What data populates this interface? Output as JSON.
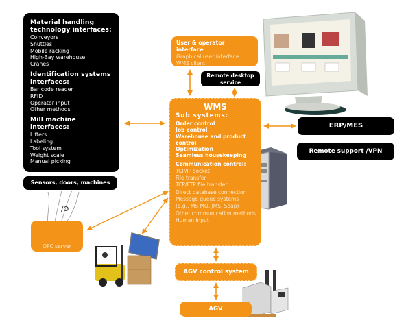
{
  "colors": {
    "accent_orange": "#f39419",
    "box_black": "#000000",
    "subtext_orange": "#fde0b6",
    "background": "#ffffff"
  },
  "left_panel": {
    "sections": [
      {
        "heading": "Material handling technology interfaces:",
        "items": [
          "Conveyors",
          "Shuttles",
          "Mobile racking",
          "High-Bay warehouse",
          "Cranes"
        ]
      },
      {
        "heading": "Identification systems interfaces:",
        "items": [
          "Bar code reader",
          "RFID",
          "Operator input",
          "Other methods"
        ]
      },
      {
        "heading": "Mill machine interfaces:",
        "items": [
          "Lifters",
          "Labeling",
          "Tool system",
          "Weight scale",
          "Manual picking"
        ]
      }
    ]
  },
  "sensors_box": {
    "label": "Sensors, doors, machines"
  },
  "io_label": "I/O",
  "opc_server": {
    "label": "OPC server"
  },
  "user_interface_box": {
    "title": "User & operator interface",
    "items": [
      "Graphical user interface",
      "WMS client"
    ]
  },
  "remote_desktop": {
    "label": "Remote desktop service"
  },
  "wms": {
    "title": "WMS",
    "subsystems_heading": "Sub systems:",
    "subsystems": [
      "Order control",
      "Job control",
      "Warehouse and product control",
      "Optimization",
      "Seamless housekeeping"
    ],
    "communication_heading": "Communication control:",
    "communication_items": [
      "TCP/IP socket",
      "File transfer",
      "TCP/FTP file transfer",
      "Direct database connection",
      "Message queue systems",
      "(e.g., MS MQ, JMS, Soap)",
      "Other communication methods",
      "Human input"
    ]
  },
  "erp_box": {
    "label": "ERP/MES"
  },
  "vpn_box": {
    "label": "Remote support /VPN"
  },
  "agv_control": {
    "label": "AGV control system"
  },
  "agv": {
    "label": "AGV"
  },
  "illustrations": {
    "monitor": "desktop-monitor-with-wms-gui",
    "server_tower": "pc-tower-server",
    "forklift": "forklift-with-pallet-and-terminal",
    "agv_vehicle": "automated-guided-vehicle",
    "opc_device": "opc-server-device"
  }
}
